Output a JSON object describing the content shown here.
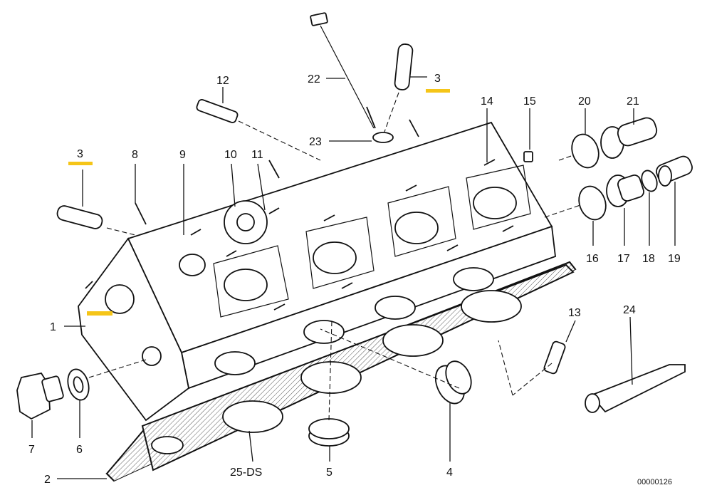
{
  "callouts": {
    "c1": "1",
    "c2": "2",
    "c3a": "3",
    "c3b": "3",
    "c4": "4",
    "c5": "5",
    "c6": "6",
    "c7": "7",
    "c8": "8",
    "c9": "9",
    "c10": "10",
    "c11": "11",
    "c12": "12",
    "c13": "13",
    "c14": "14",
    "c15": "15",
    "c16": "16",
    "c17": "17",
    "c18": "18",
    "c19": "19",
    "c20": "20",
    "c21": "21",
    "c22": "22",
    "c23": "23",
    "c24": "24",
    "c25": "25-DS"
  },
  "diagram_code": "00000126",
  "colors": {
    "highlight": "#f5c518",
    "line": "#111111"
  }
}
